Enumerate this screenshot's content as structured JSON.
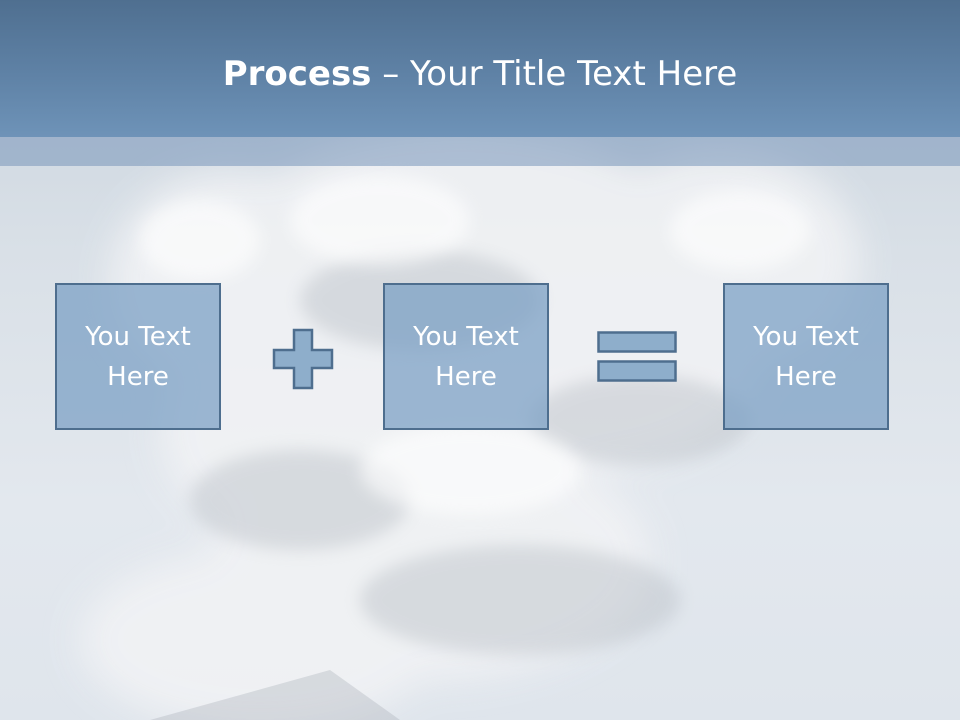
{
  "slide": {
    "title_bold": "Process",
    "title_rest": " – Your Title Text Here"
  },
  "process": {
    "box1_text": "You Text Here",
    "box2_text": "You Text Here",
    "box3_text": "You Text Here",
    "operator1": "plus-icon",
    "operator2": "equals-icon"
  },
  "colors": {
    "title_bar": "#5f82a6",
    "box_fill": "#8eaecb",
    "box_border": "#4e6e8e",
    "text": "#ffffff"
  }
}
